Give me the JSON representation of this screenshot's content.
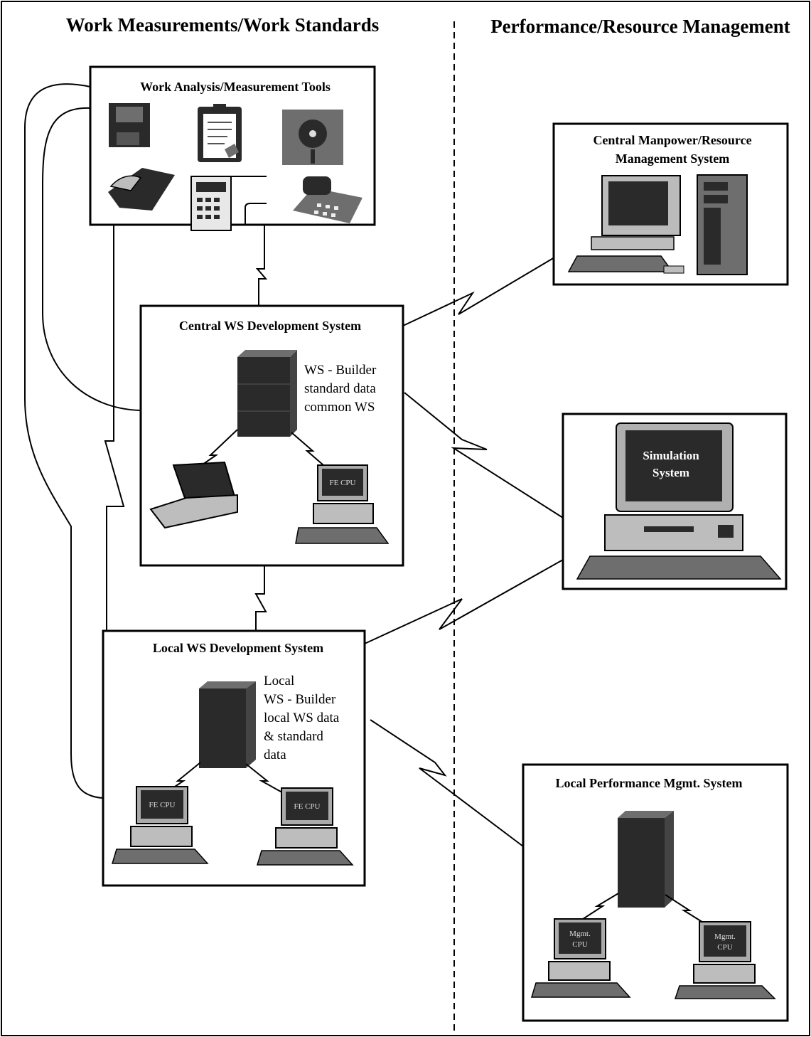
{
  "headers": {
    "left": "Work Measurements/Work Standards",
    "right": "Performance/Resource Management"
  },
  "boxes": {
    "tools": {
      "title": "Work Analysis/Measurement Tools"
    },
    "central_manpower": {
      "title_line1": "Central Manpower/Resource",
      "title_line2": "Management System"
    },
    "central_ws": {
      "title": "Central WS Development System",
      "desc": [
        "WS - Builder",
        "standard data",
        "common WS"
      ],
      "screen_label": "FE CPU"
    },
    "simulation": {
      "screen_line1": "Simulation",
      "screen_line2": "System"
    },
    "local_ws": {
      "title": "Local WS Development System",
      "desc": [
        "Local",
        "WS - Builder",
        "local WS data",
        "& standard",
        "data"
      ],
      "screen_left": "FE CPU",
      "screen_right": "FE CPU"
    },
    "local_perf": {
      "title": "Local  Performance Mgmt. System",
      "screen_left": [
        "Mgmt.",
        "CPU"
      ],
      "screen_right": [
        "Mgmt.",
        "CPU"
      ]
    }
  }
}
